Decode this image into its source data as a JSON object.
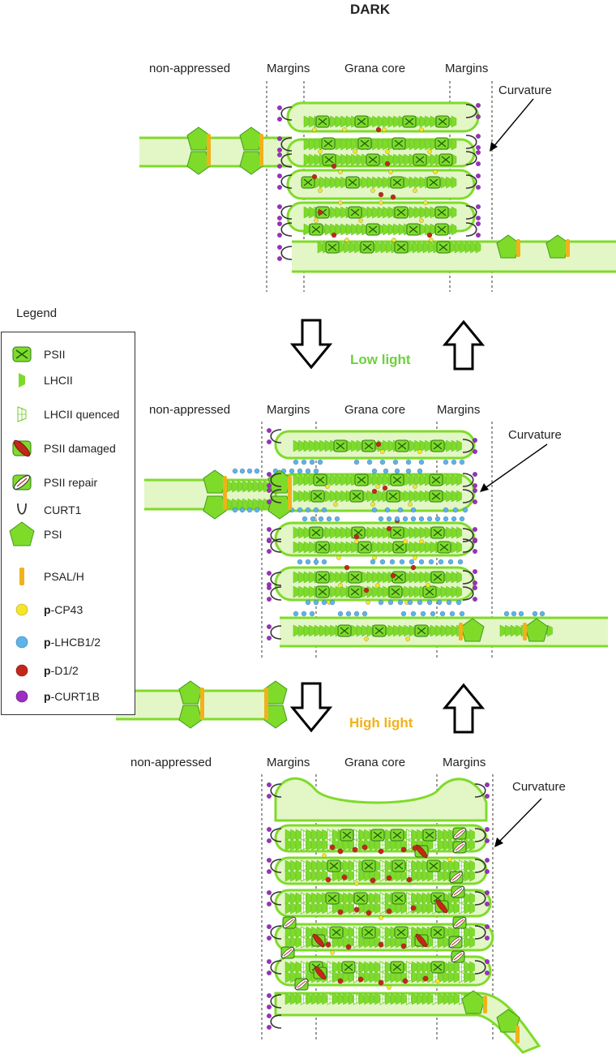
{
  "title": "DARK",
  "panels": [
    {
      "id": "dark",
      "non_appressed": "non-appressed",
      "margins_left": "Margins",
      "grana_core": "Grana core",
      "margins_right": "Margins",
      "curvature": "Curvature"
    },
    {
      "id": "low",
      "non_appressed": "non-appressed",
      "margins_left": "Margins",
      "grana_core": "Grana core",
      "margins_right": "Margins",
      "curvature": "Curvature"
    },
    {
      "id": "high",
      "non_appressed": "non-appressed",
      "margins_left": "Margins",
      "grana_core": "Grana core",
      "margins_right": "Margins",
      "curvature": "Curvature"
    }
  ],
  "transitions": {
    "low_light": "Low light",
    "high_light": "High light"
  },
  "legend": {
    "title": "Legend",
    "items": [
      {
        "icon": "psii-icon",
        "label": "PSII"
      },
      {
        "icon": "lhcii-icon",
        "label": "LHCII"
      },
      {
        "icon": "lhcii-quenched-icon",
        "label": "LHCII quenced"
      },
      {
        "icon": "psii-damaged-icon",
        "label": "PSII damaged"
      },
      {
        "icon": "psii-repair-icon",
        "label": "PSII repair"
      },
      {
        "icon": "curt1-icon",
        "label": "CURT1"
      },
      {
        "icon": "psi-icon",
        "label": "PSI"
      },
      {
        "icon": "psal-icon",
        "label": "PSAL/H"
      },
      {
        "icon": "p-cp43-icon",
        "prefix": "p",
        "label": "-CP43"
      },
      {
        "icon": "p-lhcb-icon",
        "prefix": "p",
        "label": "-LHCB1/2"
      },
      {
        "icon": "p-d1-icon",
        "prefix": "p",
        "label": "-D1/2"
      },
      {
        "icon": "p-curt1b-icon",
        "prefix": "p",
        "label": "-CURT1B"
      }
    ]
  },
  "colors": {
    "membrane": "#7fdb2a",
    "lumen": "#e3f6c6",
    "psal": "#f0b21b",
    "cp43": "#f5e52a",
    "lhcb": "#5eb3ea",
    "d1": "#c2281a",
    "curt1b": "#9b2fc0",
    "low_light": "#6bd23a",
    "high_light": "#f0b21b"
  }
}
